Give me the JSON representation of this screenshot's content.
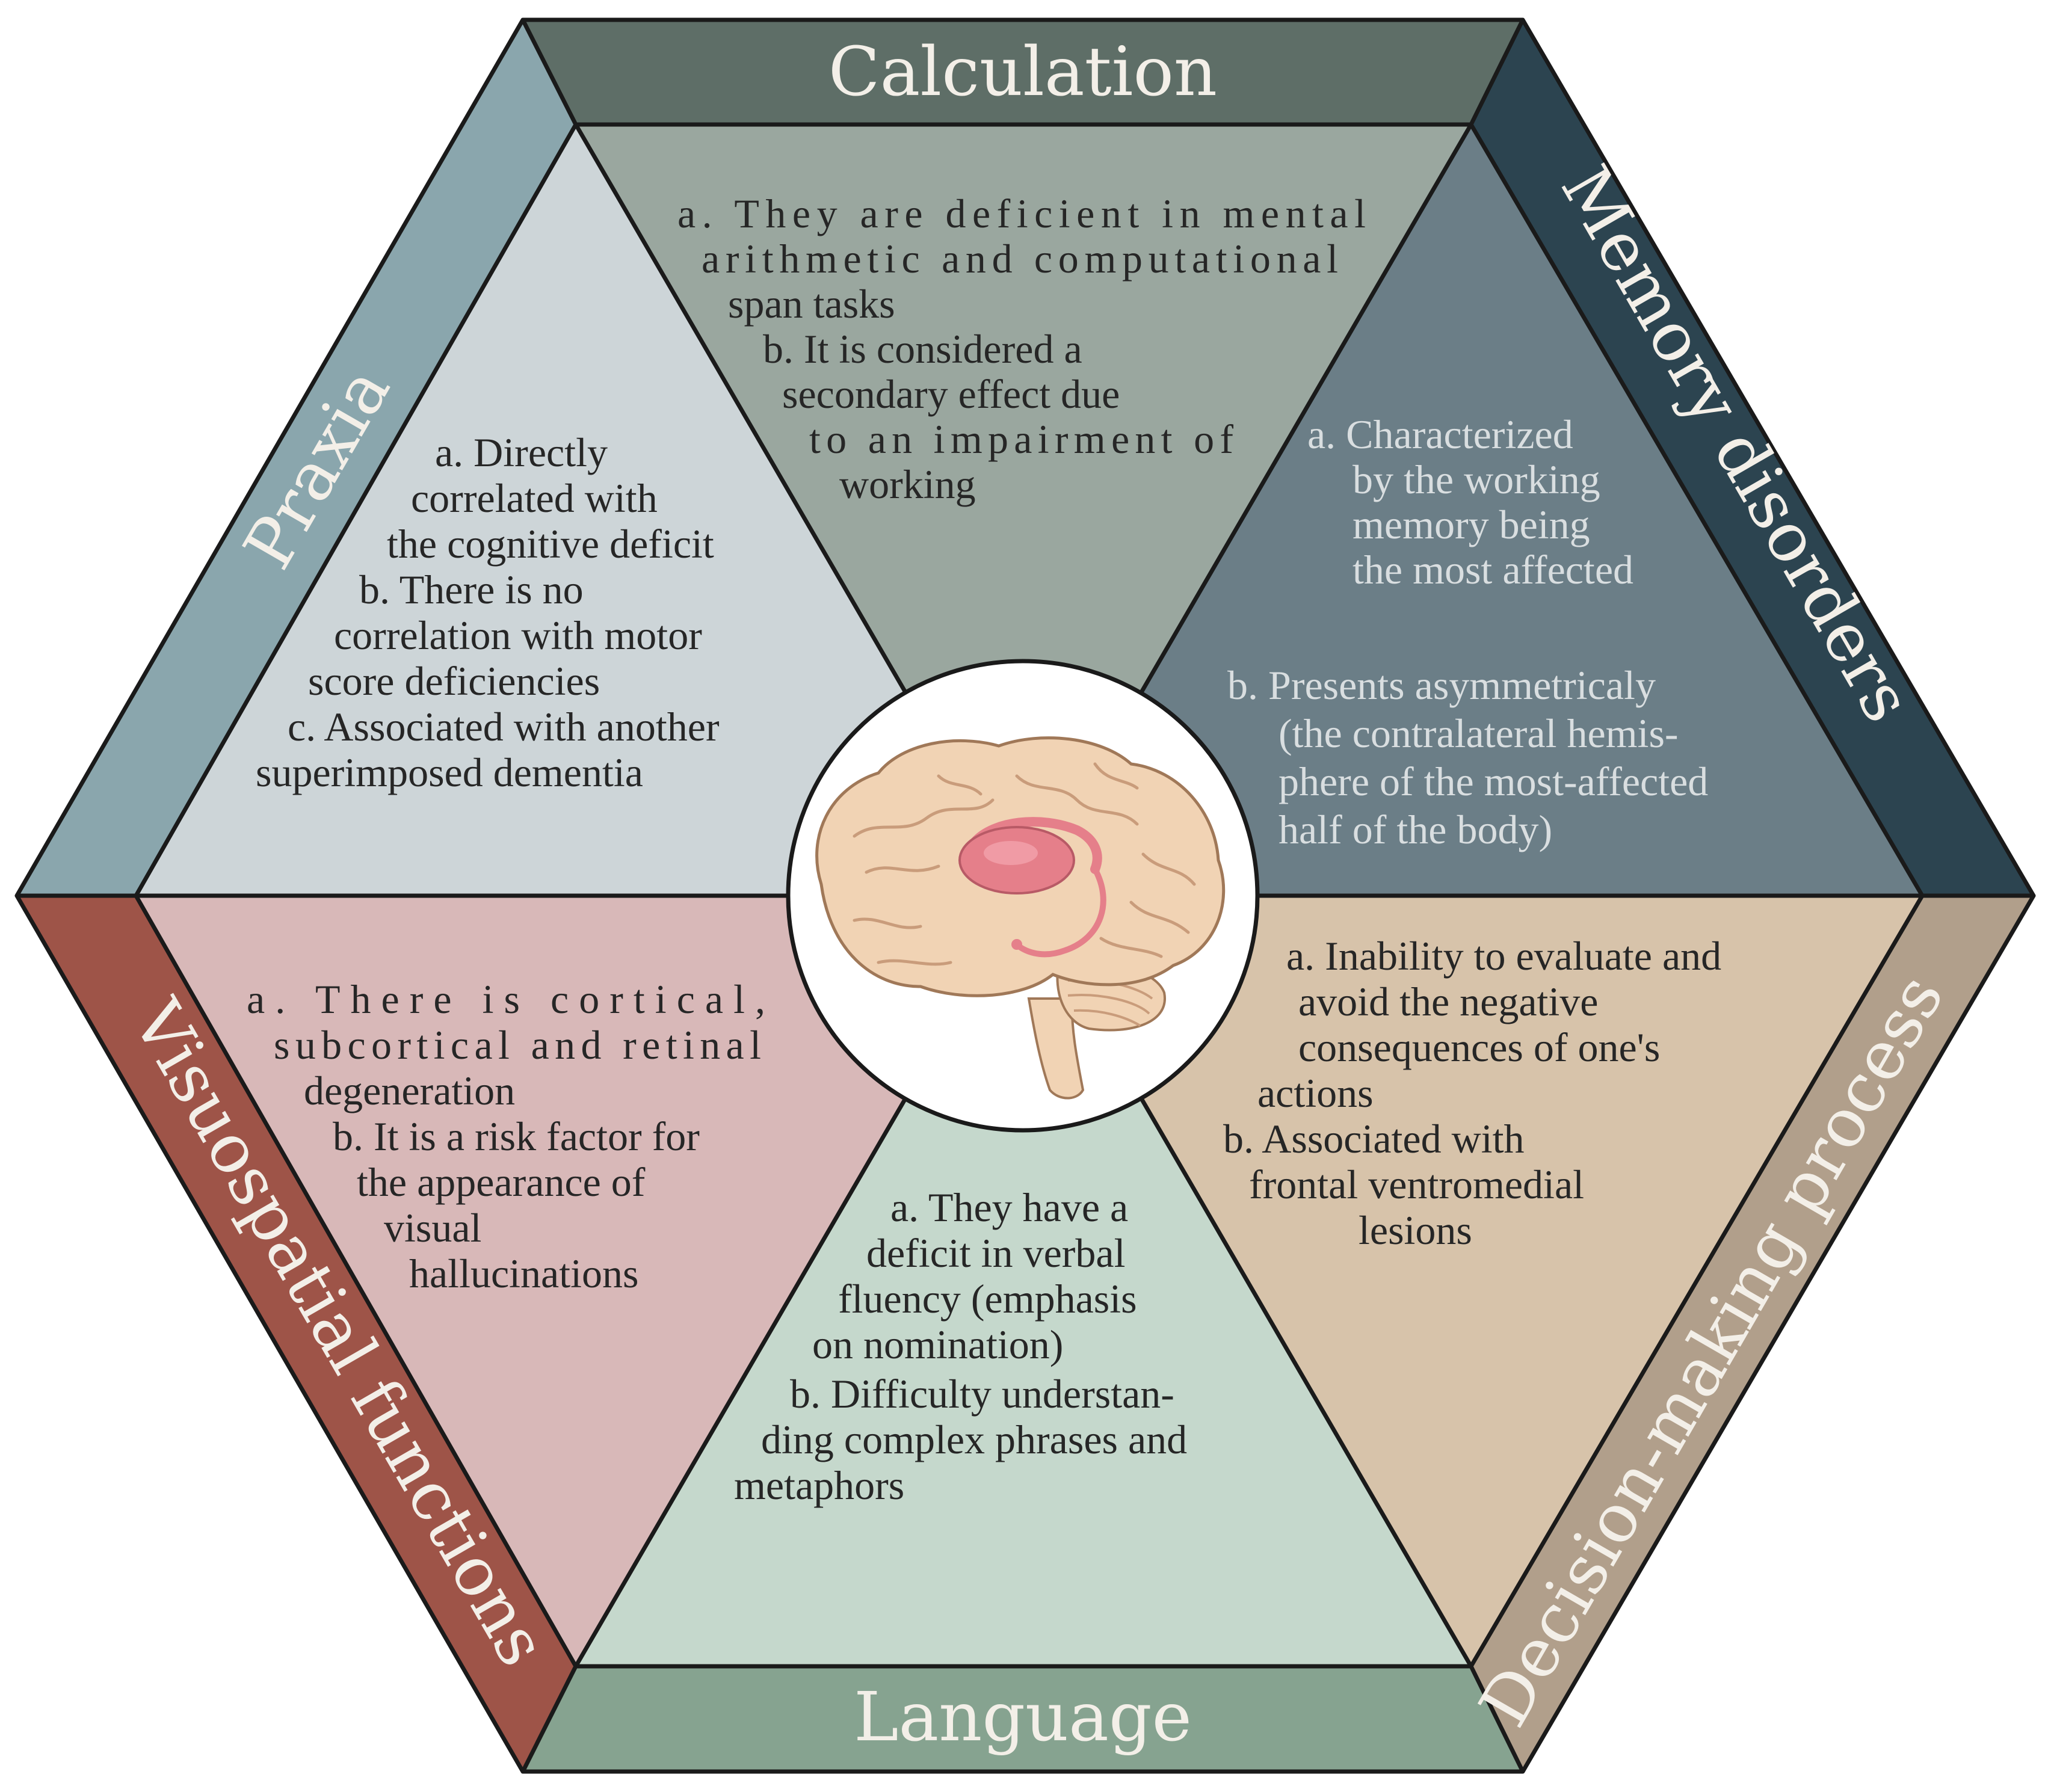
{
  "colors": {
    "praxia_band": "#8aa6ad",
    "praxia_panel": "#cdd5d8",
    "calculation_band": "#5e6e67",
    "calculation_panel": "#9aa79f",
    "memory_band": "#2c4450",
    "memory_panel": "#6b7e87",
    "decision_band": "#b19f8b",
    "decision_panel": "#d7c3aa",
    "language_band": "#86a390",
    "language_panel": "#c5d8cc",
    "visuo_band": "#9e5448",
    "visuo_panel": "#d8b8b8",
    "center_circle": "#ffffff",
    "brain": "#f1d3b4",
    "brain_fold": "#c99c7b",
    "basal_ganglia": "#e57f8a"
  },
  "center": {
    "icon": "brain-icon"
  },
  "sections": {
    "calculation": {
      "title": "Calculation",
      "lines": [
        "a. They are deficient in mental",
        "arithmetic and computational",
        "span tasks",
        "b. It is considered a",
        "secondary effect due",
        "to an impairment of",
        "working"
      ]
    },
    "memory": {
      "title": "Memory disorders",
      "lines": [
        "a. Characterized",
        "by the working",
        "memory being",
        "the most affected",
        "b. Presents asymmetricaly",
        "(the contralateral hemis-",
        "phere of the most-affected",
        "half of the body)"
      ]
    },
    "decision": {
      "title": "Decision-making process",
      "lines": [
        "a. Inability to evaluate and",
        "avoid the negative",
        "consequences of one's",
        "actions",
        "b. Associated with",
        "frontal ventromedial",
        "lesions"
      ]
    },
    "language": {
      "title": "Language",
      "lines": [
        "a. They have a",
        "deficit in verbal",
        "fluency (emphasis",
        "on nomination)",
        "b. Difficulty understan-",
        "ding complex phrases and",
        "metaphors"
      ]
    },
    "visuospatial": {
      "title": "Visuospatial functions",
      "lines": [
        "a.   There   is   cortical,",
        "subcortical and retinal",
        "degeneration",
        "b. It is a risk factor for",
        "the appearance of",
        "visual",
        "hallucinations"
      ]
    },
    "praxia": {
      "title": "Praxia",
      "lines": [
        "a. Directly",
        "correlated with",
        "the cognitive deficit",
        "b. There is no",
        "correlation with motor",
        "score deficiencies",
        "c. Associated with another",
        "superimposed dementia"
      ]
    }
  }
}
